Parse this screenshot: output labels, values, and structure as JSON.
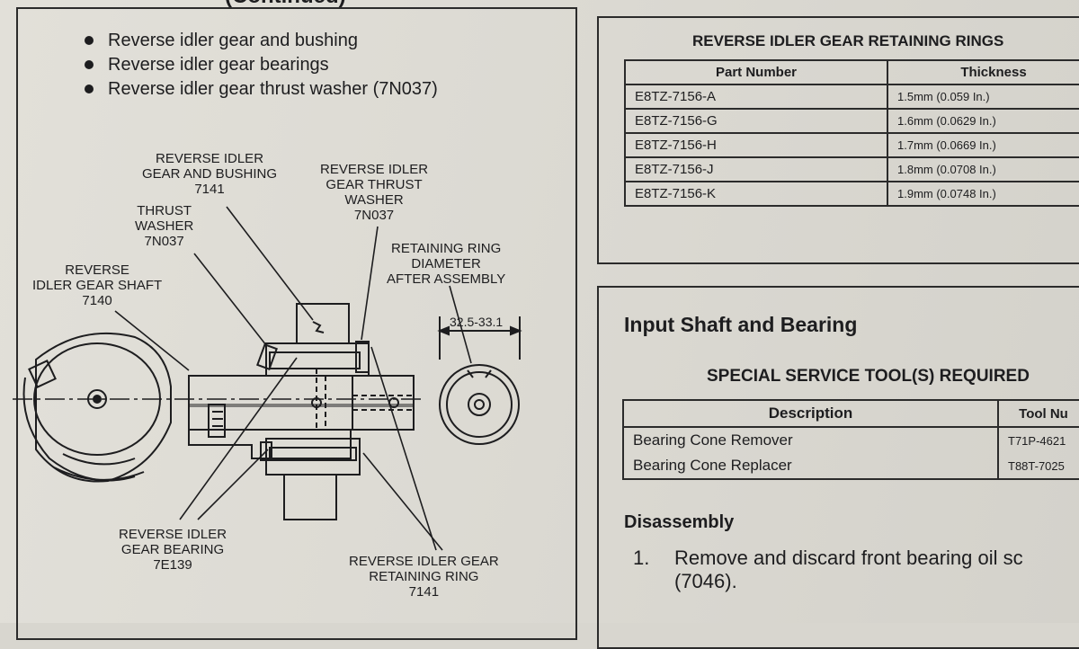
{
  "left": {
    "header": "(Continued)",
    "bullets": [
      "Reverse idler gear and bushing",
      "Reverse idler gear bearings",
      "Reverse idler gear thrust washer (7N037)"
    ],
    "labels": {
      "gear_bushing": [
        "REVERSE IDLER",
        "GEAR AND BUSHING",
        "7141"
      ],
      "thrust_gear": [
        "REVERSE IDLER",
        "GEAR THRUST",
        "WASHER",
        "7N037"
      ],
      "thrust_washer": [
        "THRUST",
        "WASHER",
        "7N037"
      ],
      "retaining_diam": [
        "RETAINING RING",
        "DIAMETER",
        "AFTER ASSEMBLY"
      ],
      "shaft": [
        "REVERSE",
        "IDLER GEAR SHAFT",
        "7140"
      ],
      "dimension": "32.5-33.1",
      "bearing": [
        "REVERSE IDLER",
        "GEAR BEARING",
        "7E139"
      ],
      "retaining_ring": [
        "REVERSE IDLER GEAR",
        "RETAINING RING",
        "7141"
      ]
    }
  },
  "rings_table": {
    "title": "REVERSE IDLER GEAR RETAINING RINGS",
    "headers": [
      "Part Number",
      "Thickness"
    ],
    "rows": [
      [
        "E8TZ-7156-A",
        "1.5mm (0.059 In.)"
      ],
      [
        "E8TZ-7156-G",
        "1.6mm (0.0629 In.)"
      ],
      [
        "E8TZ-7156-H",
        "1.7mm (0.0669 In.)"
      ],
      [
        "E8TZ-7156-J",
        "1.8mm (0.0708 In.)"
      ],
      [
        "E8TZ-7156-K",
        "1.9mm (0.0748 In.)"
      ]
    ]
  },
  "input_shaft": {
    "heading": "Input Shaft and Bearing",
    "tools_title": "SPECIAL SERVICE TOOL(S) REQUIRED",
    "tools_headers": [
      "Description",
      "Tool Nu"
    ],
    "tools_rows": [
      [
        "Bearing Cone Remover",
        "T71P-4621"
      ],
      [
        "Bearing Cone Replacer",
        "T88T-7025"
      ]
    ],
    "disassembly": "Disassembly",
    "step_number": "1.",
    "step_text_1": "Remove and discard front bearing oil sc",
    "step_text_2": "(7046)."
  }
}
